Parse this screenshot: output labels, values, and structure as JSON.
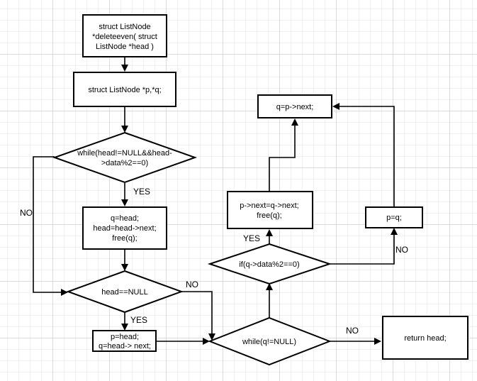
{
  "nodes": {
    "func_decl": [
      "struct ListNode",
      "*deleteeven( struct",
      "ListNode *head )"
    ],
    "var_decl": [
      "struct ListNode *p,*q;"
    ],
    "while_head": [
      "while(head!=NULL&&head-",
      ">data%2==0)"
    ],
    "remove_head": [
      "q=head;",
      "head=head->next;",
      "free(q);"
    ],
    "head_null": [
      "head==NULL"
    ],
    "init_pq": [
      "p=head;",
      "q=head-> next;"
    ],
    "while_q": [
      "while(q!=NULL)"
    ],
    "if_even": [
      "if(q->data%2==0)"
    ],
    "unlink": [
      "p->next=q->next;",
      "free(q);"
    ],
    "q_next": [
      "q=p->next;"
    ],
    "p_q": [
      "p=q;"
    ],
    "return": [
      "return head;"
    ]
  },
  "edge_labels": {
    "while_head_yes": "YES",
    "while_head_no": "NO",
    "head_null_no": "NO",
    "head_null_yes": "YES",
    "while_q_no": "NO",
    "if_yes": "YES",
    "if_no": "NO"
  },
  "colors": {
    "stroke": "#000000",
    "fill": "#ffffff",
    "grid_major": "#dcdcdc",
    "grid_minor": "#f1f1f1"
  }
}
